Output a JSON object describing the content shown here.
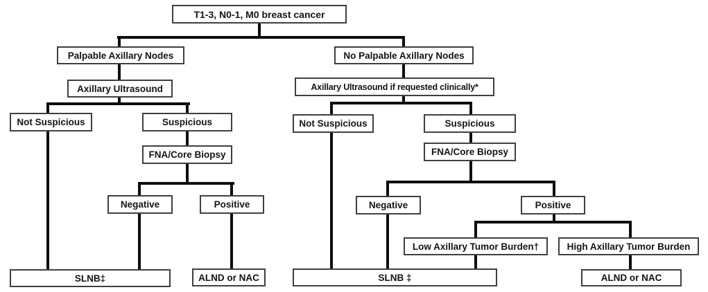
{
  "diagram": {
    "type": "flowchart",
    "description": "Decision tree for axillary management in T1-3, N0-1, M0 breast cancer",
    "colors": {
      "background": "#ffffff",
      "box_fill": "#ffffff",
      "box_border": "#3f3f3f",
      "connector": "#0d0d0d",
      "text": "#141414"
    },
    "nodes": {
      "root": {
        "label": "T1-3, N0-1, M0 breast cancer"
      },
      "palpable": {
        "label": "Palpable Axillary Nodes"
      },
      "ax_us_left": {
        "label": "Axillary Ultrasound"
      },
      "not_susp_left": {
        "label": "Not Suspicious"
      },
      "susp_left": {
        "label": "Suspicious"
      },
      "fna_left": {
        "label": "FNA/Core Biopsy"
      },
      "neg_left": {
        "label": "Negative"
      },
      "pos_left": {
        "label": "Positive"
      },
      "slnb_left": {
        "label": "SLNB‡"
      },
      "alnd_left": {
        "label": "ALND or NAC"
      },
      "no_palpable": {
        "label": "No Palpable Axillary Nodes"
      },
      "ax_us_right": {
        "label": "Axillary Ultrasound if requested clinically*"
      },
      "not_susp_right": {
        "label": "Not Suspicious"
      },
      "susp_right": {
        "label": "Suspicious"
      },
      "fna_right": {
        "label": "FNA/Core Biopsy"
      },
      "neg_right": {
        "label": "Negative"
      },
      "pos_right": {
        "label": "Positive"
      },
      "low_burden": {
        "label": "Low Axillary Tumor Burden†"
      },
      "high_burden": {
        "label": "High Axillary Tumor Burden"
      },
      "slnb_right": {
        "label": "SLNB ‡"
      },
      "alnd_right": {
        "label": "ALND or NAC"
      }
    },
    "edges": [
      [
        "root",
        "palpable"
      ],
      [
        "root",
        "no_palpable"
      ],
      [
        "palpable",
        "ax_us_left"
      ],
      [
        "ax_us_left",
        "not_susp_left"
      ],
      [
        "ax_us_left",
        "susp_left"
      ],
      [
        "susp_left",
        "fna_left"
      ],
      [
        "fna_left",
        "neg_left"
      ],
      [
        "fna_left",
        "pos_left"
      ],
      [
        "not_susp_left",
        "slnb_left"
      ],
      [
        "neg_left",
        "slnb_left"
      ],
      [
        "pos_left",
        "alnd_left"
      ],
      [
        "no_palpable",
        "ax_us_right"
      ],
      [
        "ax_us_right",
        "not_susp_right"
      ],
      [
        "ax_us_right",
        "susp_right"
      ],
      [
        "susp_right",
        "fna_right"
      ],
      [
        "fna_right",
        "neg_right"
      ],
      [
        "fna_right",
        "pos_right"
      ],
      [
        "not_susp_right",
        "slnb_right"
      ],
      [
        "neg_right",
        "slnb_right"
      ],
      [
        "pos_right",
        "low_burden"
      ],
      [
        "pos_right",
        "high_burden"
      ],
      [
        "low_burden",
        "slnb_right"
      ],
      [
        "high_burden",
        "alnd_right"
      ]
    ],
    "footnote_markers": [
      "*",
      "†",
      "‡"
    ]
  }
}
